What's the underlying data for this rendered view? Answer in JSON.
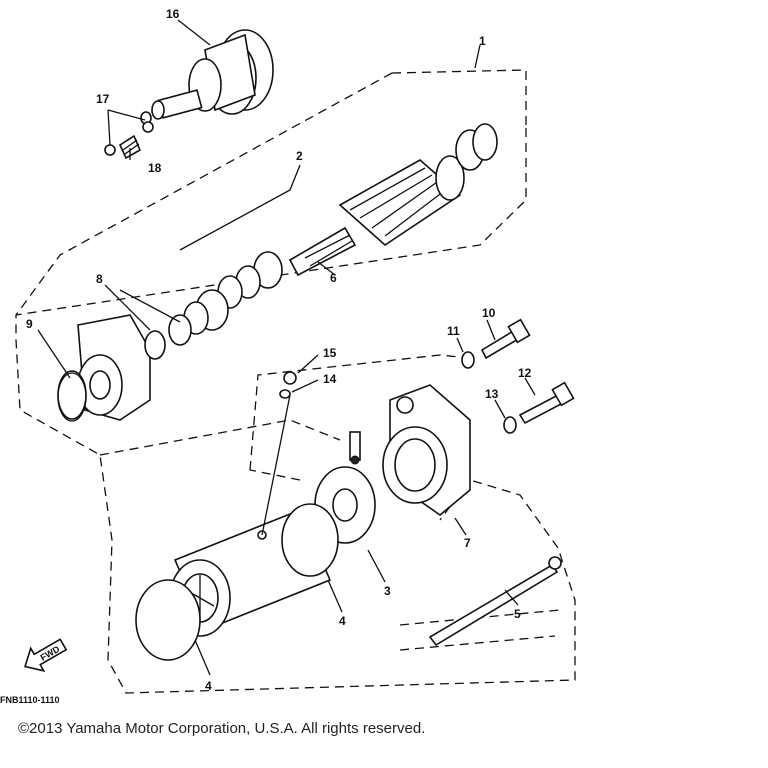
{
  "diagram": {
    "callouts": {
      "c1": "1",
      "c2": "2",
      "c3": "3",
      "c4a": "4",
      "c4b": "4",
      "c5": "5",
      "c6": "6",
      "c7": "7",
      "c8": "8",
      "c9": "9",
      "c10": "10",
      "c11": "11",
      "c12": "12",
      "c13": "13",
      "c14": "14",
      "c15": "15",
      "c16": "16",
      "c17": "17",
      "c18": "18"
    },
    "fwd_label": "FWD",
    "part_code": "FNB1110-1110"
  },
  "footer": {
    "copyright": "©2013 Yamaha Motor Corporation, U.S.A. All rights reserved."
  }
}
